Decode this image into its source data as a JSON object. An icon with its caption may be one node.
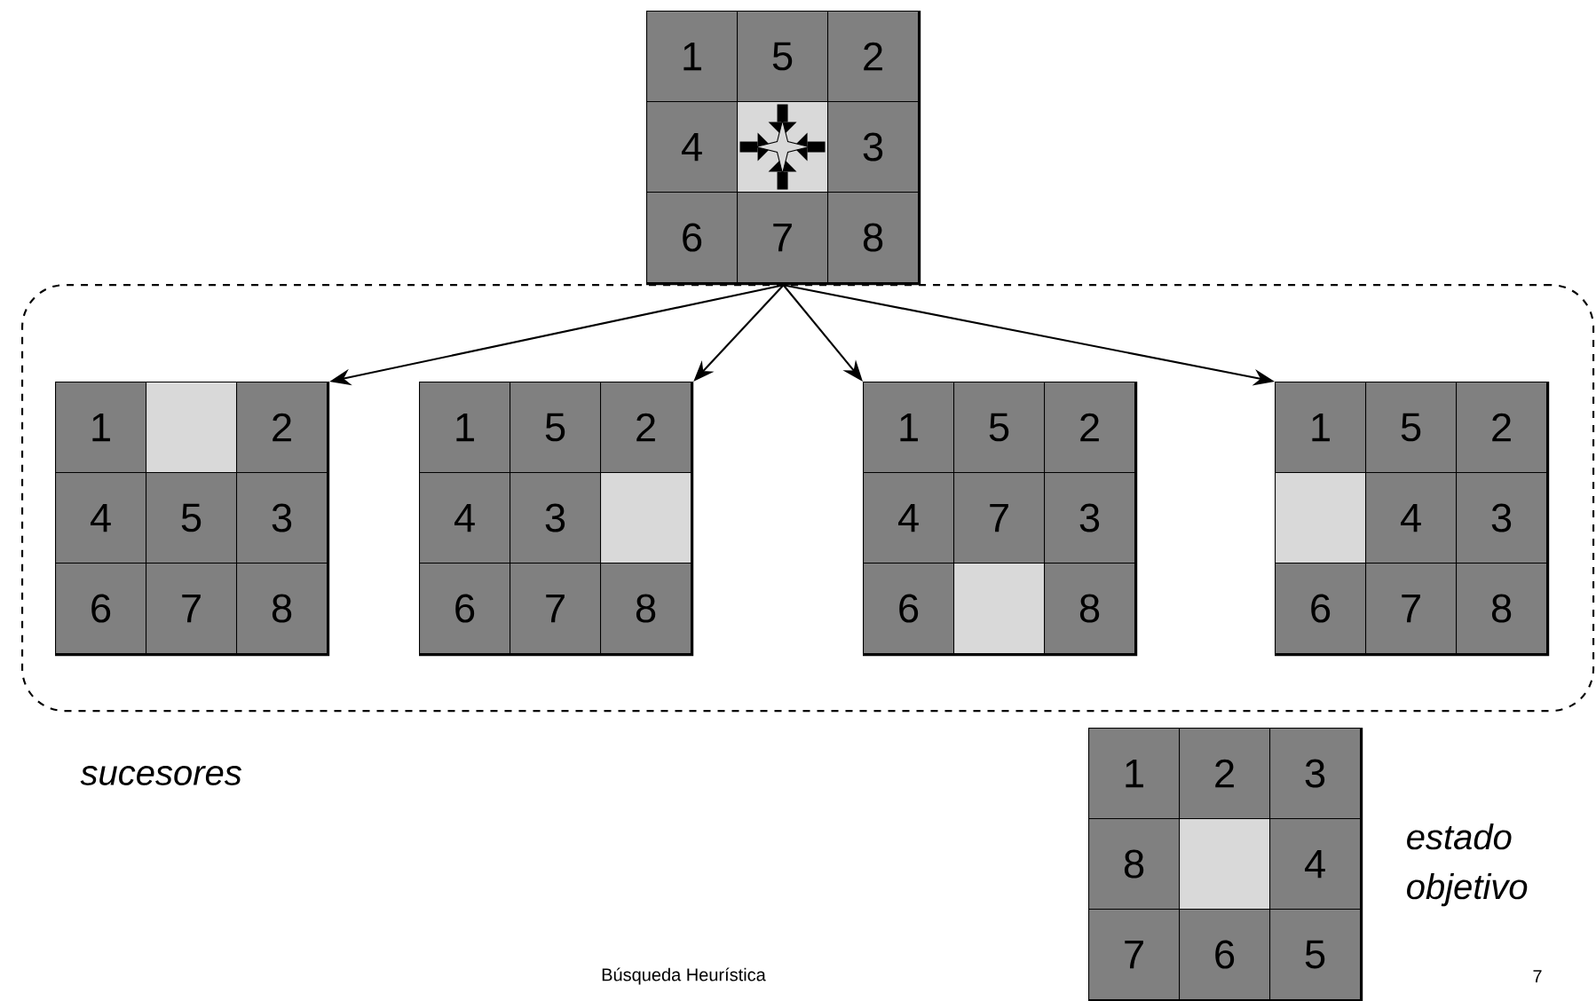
{
  "diagram": {
    "nodes": [
      {
        "text": [],
        "shape": "box"
      },
      {
        "text": [
          "1"
        ],
        "in": 0
      },
      {
        "text": [
          "5"
        ],
        "in": 0
      },
      {
        "text": [
          "2"
        ],
        "in": 0
      },
      {
        "text": [
          "4"
        ],
        "in": 0
      },
      {
        "text": [],
        "shape": "box",
        "in": 0
      },
      {
        "text": [
          "3"
        ],
        "in": 0
      },
      {
        "text": [
          "6"
        ],
        "in": 0
      },
      {
        "text": [
          "7"
        ],
        "in": 0
      },
      {
        "text": [
          "8"
        ],
        "in": 0
      },
      {
        "text": [],
        "shape": "box"
      },
      {
        "text": [],
        "shape": "box",
        "in": 10
      },
      {
        "text": [
          "1"
        ],
        "in": 11
      },
      {
        "text": [],
        "shape": "box",
        "in": 11
      },
      {
        "text": [
          "2"
        ],
        "in": 11
      },
      {
        "text": [
          "4"
        ],
        "in": 11
      },
      {
        "text": [
          "5"
        ],
        "in": 11
      },
      {
        "text": [
          "3"
        ],
        "in": 11
      },
      {
        "text": [
          "6"
        ],
        "in": 11
      },
      {
        "text": [
          "7"
        ],
        "in": 11
      },
      {
        "text": [
          "8"
        ],
        "in": 11
      },
      {
        "text": [],
        "shape": "box",
        "in": 10
      },
      {
        "text": [
          "1"
        ],
        "in": 21
      },
      {
        "text": [
          "5"
        ],
        "in": 21
      },
      {
        "text": [
          "2"
        ],
        "in": 21
      },
      {
        "text": [
          "4"
        ],
        "in": 21
      },
      {
        "text": [
          "3"
        ],
        "in": 21
      },
      {
        "text": [],
        "shape": "box",
        "in": 21
      },
      {
        "text": [
          "6"
        ],
        "in": 21
      },
      {
        "text": [
          "7"
        ],
        "in": 21
      },
      {
        "text": [
          "8"
        ],
        "in": 21
      },
      {
        "text": [],
        "shape": "box",
        "in": 10
      },
      {
        "text": [
          "1"
        ],
        "in": 31
      },
      {
        "text": [
          "5"
        ],
        "in": 31
      },
      {
        "text": [
          "2"
        ],
        "in": 31
      },
      {
        "text": [
          "4"
        ],
        "in": 31
      },
      {
        "text": [
          "7"
        ],
        "in": 31
      },
      {
        "text": [
          "3"
        ],
        "in": 31
      },
      {
        "text": [
          "6"
        ],
        "in": 31
      },
      {
        "text": [],
        "shape": "box",
        "in": 31
      },
      {
        "text": [
          "8"
        ],
        "in": 31
      },
      {
        "text": [],
        "shape": "box",
        "in": 10
      },
      {
        "text": [
          "1"
        ],
        "in": 41
      },
      {
        "text": [
          "5"
        ],
        "in": 41
      },
      {
        "text": [
          "2"
        ],
        "in": 41
      },
      {
        "text": [],
        "shape": "box",
        "in": 41
      },
      {
        "text": [
          "4"
        ],
        "in": 41
      },
      {
        "text": [
          "3"
        ],
        "in": 41
      },
      {
        "text": [
          "6"
        ],
        "in": 41
      },
      {
        "text": [
          "7"
        ],
        "in": 41
      },
      {
        "text": [
          "8"
        ],
        "in": 41
      },
      {
        "text": [],
        "shape": "box",
        "beside": [
          "estado objetivo"
        ]
      },
      {
        "text": [
          "1"
        ],
        "in": 51
      },
      {
        "text": [
          "2"
        ],
        "in": 51
      },
      {
        "text": [
          "3"
        ],
        "in": 51
      },
      {
        "text": [
          "8"
        ],
        "in": 51
      },
      {
        "text": [],
        "shape": "box",
        "in": 51
      },
      {
        "text": [
          "4"
        ],
        "in": 51
      },
      {
        "text": [
          "7"
        ],
        "in": 51
      },
      {
        "text": [
          "6"
        ],
        "in": 51
      },
      {
        "text": [
          "5"
        ],
        "in": 51
      }
    ],
    "edges": [
      {
        "from": 0,
        "to": 11,
        "arrow": "to"
      },
      {
        "from": 0,
        "to": 21,
        "arrow": "to"
      },
      {
        "from": 0,
        "to": 31,
        "arrow": "to"
      },
      {
        "from": 0,
        "to": 41,
        "arrow": "to"
      }
    ],
    "labels": [
      "sucesores",
      "Búsqueda Heurística",
      "7"
    ]
  }
}
